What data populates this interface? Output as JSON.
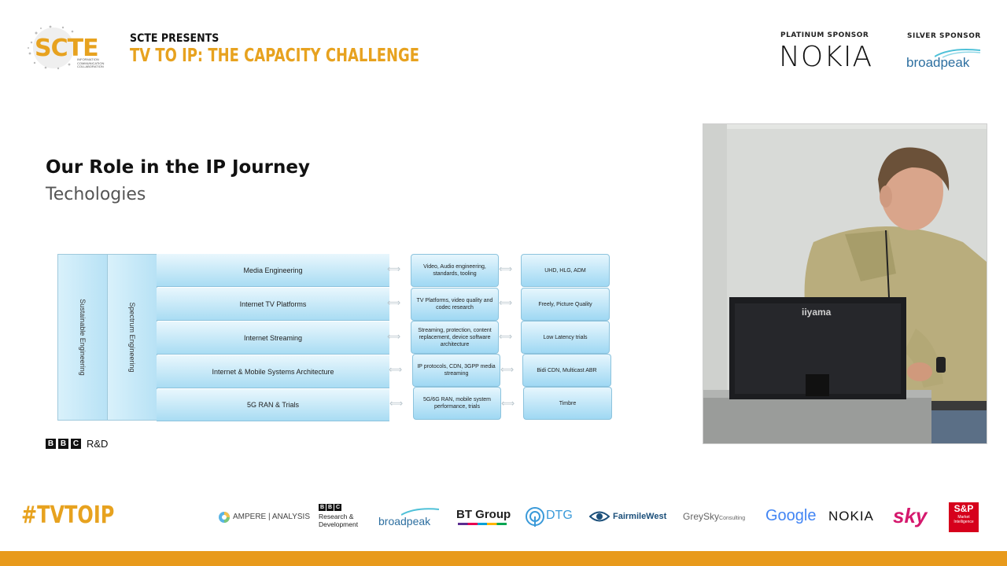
{
  "header": {
    "org_logo": "SCTE",
    "org_logo_sub": "INFORMATION COMMUNICATION COLLABORATION",
    "presents": "SCTE PRESENTS",
    "event_title": "TV TO IP: THE CAPACITY CHALLENGE",
    "platinum_label": "PLATINUM SPONSOR",
    "platinum_name": "NOKIA",
    "silver_label": "SILVER SPONSOR",
    "silver_name": "broadpeak"
  },
  "slide": {
    "title": "Our Role in the IP Journey",
    "subtitle": "Techologies",
    "columns": [
      "Sustainable Engineering",
      "Spectrum Engineering"
    ],
    "rows": [
      {
        "label": "Media Engineering",
        "detail": "Video, Audio engineering, standards, tooling",
        "example": "UHD, HLG, ADM"
      },
      {
        "label": "Internet TV Platforms",
        "detail": "TV Platforms, video quality and codec research",
        "example": "Freely, Picture Quality"
      },
      {
        "label": "Internet Streaming",
        "detail": "Streaming, protection, content replacement, device software architecture",
        "example": "Low Latency trials"
      },
      {
        "label": "Internet & Mobile Systems Architecture",
        "detail": "IP protocols, CDN, 3GPP media streaming",
        "example": "Bidi CDN, Multicast ABR"
      },
      {
        "label": "5G RAN & Trials",
        "detail": "5G/6G RAN, mobile system performance, trials",
        "example": "Timbre"
      }
    ],
    "footer_brand": {
      "blocks": [
        "B",
        "B",
        "C"
      ],
      "suffix": "R&D"
    }
  },
  "video": {
    "monitor_brand": "iiyama"
  },
  "footer": {
    "hashtag": "#TVTOIP",
    "sponsors": {
      "ampere": "AMPERE | ANALYSIS",
      "bbc_rd": "Research & Development",
      "broadpeak": "broadpeak",
      "btgroup": "BT Group",
      "dtg": "DTG",
      "fairmile": "FairmileWest",
      "greysky": "GreySky",
      "greysky_sub": "Consulting",
      "google": "Google",
      "nokia": "NOKIA",
      "sky": "sky",
      "sp": "S&P",
      "sp_sub": "Market Intelligence"
    }
  },
  "colors": {
    "accent": "#e7a21f",
    "diagram_blue": "#a9dcf3",
    "footer_bar": "#e89a1c"
  }
}
